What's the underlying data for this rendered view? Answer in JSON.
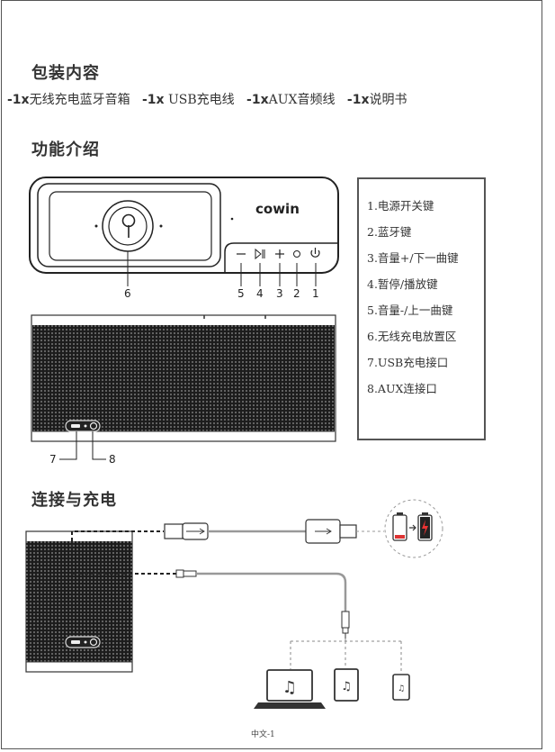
{
  "headings": {
    "package": "包装内容",
    "features": "功能介绍",
    "connect": "连接与充电"
  },
  "package_items": [
    {
      "prefix": "-1x",
      "text": "无线充电蓝牙音箱"
    },
    {
      "prefix": "-1x",
      "text": " USB充电线"
    },
    {
      "prefix": "-1x",
      "text": "AUX音频线"
    },
    {
      "prefix": "-1x",
      "text": "说明书"
    }
  ],
  "legend": [
    "1.电源开关键",
    "2.蓝牙键",
    "3.音量+/下一曲键",
    "4.暂停/播放键",
    "5.音量-/上一曲键",
    "6.无线充电放置区",
    "7.USB充电接口",
    "8.AUX连接口"
  ],
  "callouts": {
    "c1": "1",
    "c2": "2",
    "c3": "3",
    "c4": "4",
    "c5": "5",
    "c6": "6",
    "c7": "7",
    "c8": "8"
  },
  "brand": "cowin",
  "footer": "中文-1"
}
